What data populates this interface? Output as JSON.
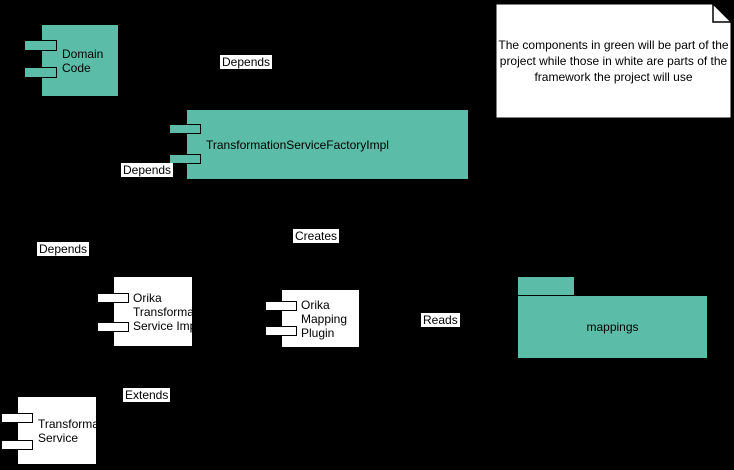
{
  "colors": {
    "background": "#000000",
    "project_green": "#5BBCA7",
    "framework_white": "#FFFFFF",
    "stroke": "#000000",
    "label_background": "#FFFFFF",
    "text": "#000000"
  },
  "note": {
    "lines": [
      "The components in green will be part of the",
      "project while those in white are parts of the",
      "framework the project will use"
    ]
  },
  "components": [
    {
      "id": "domain-code",
      "label": "Domain Code",
      "category": "project"
    },
    {
      "id": "transformation-service-factory-impl",
      "label": "TransformationServiceFactoryImpl",
      "category": "project"
    },
    {
      "id": "orika-transformation-service-impl",
      "label": "Orika Transformation Service Impl",
      "category": "framework"
    },
    {
      "id": "orika-mapping-plugin",
      "label": "Orika Mapping Plugin",
      "category": "framework"
    },
    {
      "id": "transformation-service",
      "label": "Transformation Service",
      "category": "framework"
    }
  ],
  "package": {
    "label": "mappings",
    "category": "project"
  },
  "edge_labels": [
    {
      "text": "Depends"
    },
    {
      "text": "Depends"
    },
    {
      "text": "Depends"
    },
    {
      "text": "Creates"
    },
    {
      "text": "Reads"
    },
    {
      "text": "Extends"
    }
  ]
}
